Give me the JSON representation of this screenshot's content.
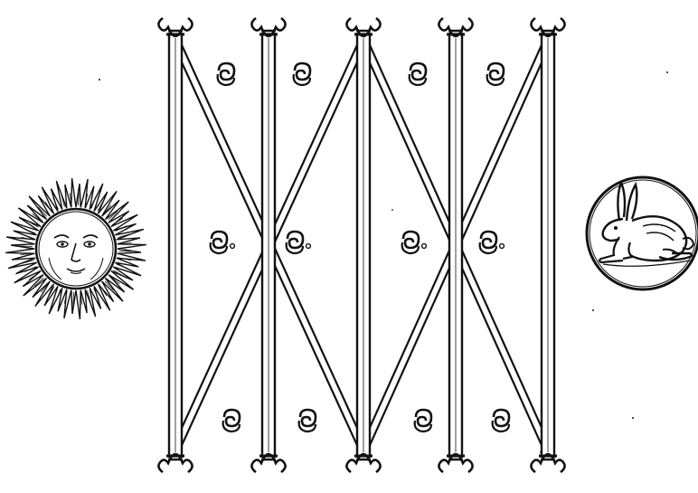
{
  "figure": {
    "kind": "woodcut-style diagram",
    "left_emblem": "sun-face-icon",
    "right_emblem": "hare-in-circle-icon",
    "pillars": 5,
    "glyph_rows": [
      "top",
      "middle",
      "bottom"
    ],
    "glyphs_per_row": 4,
    "ink_color": "#111111",
    "paper_color": "#ffffff"
  }
}
